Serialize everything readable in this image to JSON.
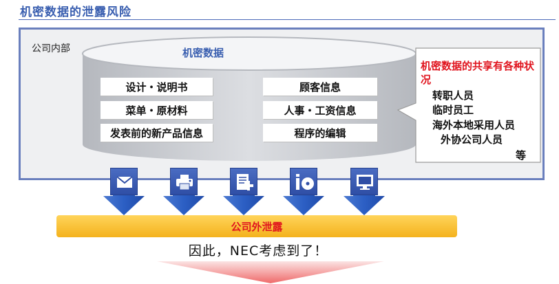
{
  "title": "机密数据的泄露风险",
  "company_label": "公司内部",
  "database": {
    "title": "机密数据",
    "left_items": [
      "设计・说明书",
      "菜单・原材料",
      "发表前的新产品信息"
    ],
    "right_items": [
      "顾客信息",
      "人事・工资信息",
      "程序的编辑"
    ]
  },
  "callout": {
    "title": "机密数据的共享有各种状况",
    "items": [
      "转职人员",
      "临时员工",
      "海外本地采用人员",
      "外协公司人员"
    ],
    "etc": "等"
  },
  "channels": [
    "mail-icon",
    "printer-icon",
    "document-icon",
    "media-icon",
    "monitor-icon"
  ],
  "leak_label": "公司外泄露",
  "conclusion": "因此，NEC考虑到了！",
  "colors": {
    "title_blue": "#3a5fb0",
    "accent_red": "#e0141e",
    "icon_blue": "#2f4ea5",
    "leak_gold": "#f4b21d"
  }
}
